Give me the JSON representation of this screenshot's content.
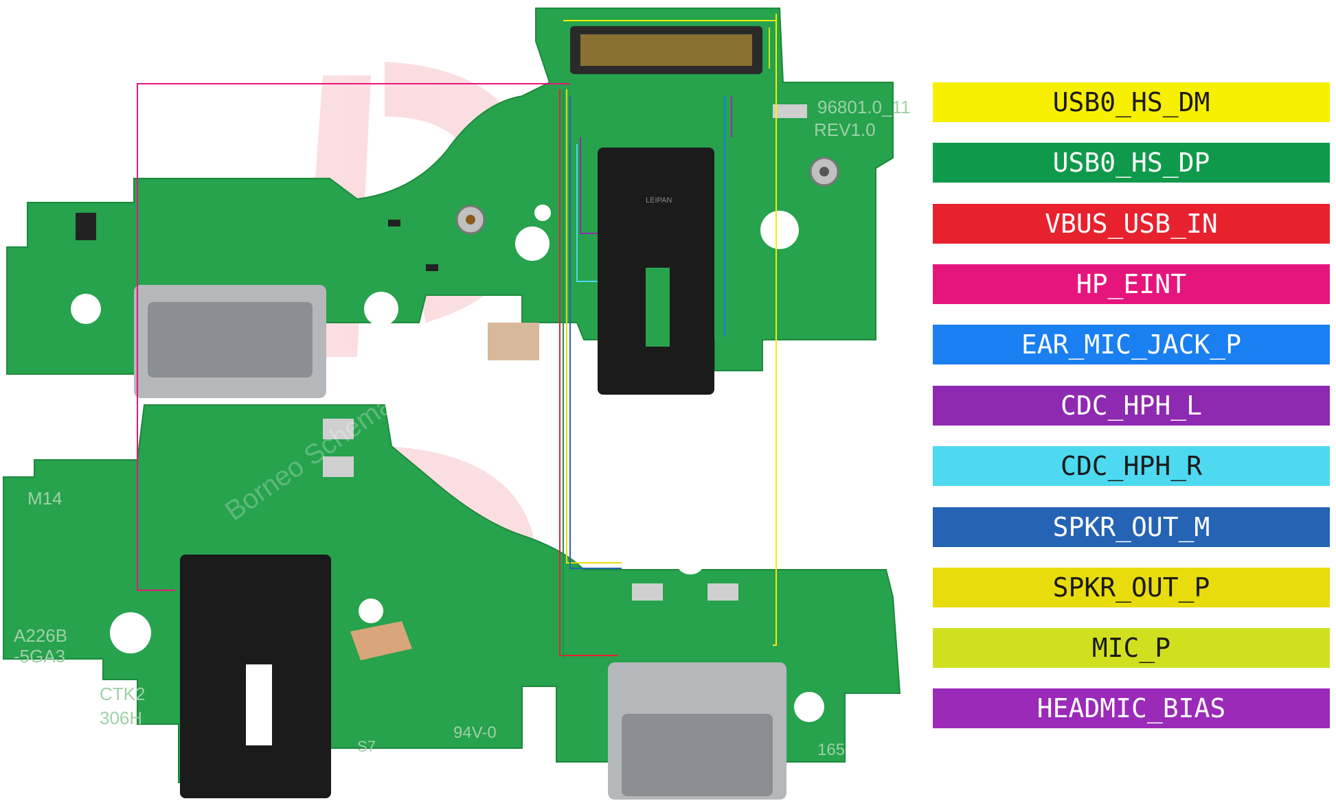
{
  "board": {
    "top_labels": {
      "part_no": "96801.0_11",
      "rev": "REV1.0"
    },
    "bottom_labels": {
      "model": "M14",
      "part": "A226B",
      "variant": "-5GA3",
      "code_a": "CTK2",
      "code_b": "306H",
      "mark_a": "94V-0",
      "mark_b": "S7",
      "mark_c": "165"
    },
    "connector_label": "LEIPAN",
    "watermark": "Borneo Schematics"
  },
  "legend": [
    {
      "label": "USB0_HS_DM",
      "color": "#f7ef00",
      "text_color": "#1a1a1a"
    },
    {
      "label": "USB0_HS_DP",
      "color": "#0e9a4a",
      "text_color": "#ffffff"
    },
    {
      "label": "VBUS_USB_IN",
      "color": "#e8212e",
      "text_color": "#ffffff"
    },
    {
      "label": "HP_EINT",
      "color": "#e6157c",
      "text_color": "#ffffff"
    },
    {
      "label": "EAR_MIC_JACK_P",
      "color": "#1a7ff0",
      "text_color": "#ffffff"
    },
    {
      "label": "CDC_HPH_L",
      "color": "#8e29b1",
      "text_color": "#ffffff"
    },
    {
      "label": "CDC_HPH_R",
      "color": "#4dd9ef",
      "text_color": "#1a1a1a"
    },
    {
      "label": "SPKR_OUT_M",
      "color": "#2563b4",
      "text_color": "#ffffff"
    },
    {
      "label": "SPKR_OUT_P",
      "color": "#e8dc0c",
      "text_color": "#1a1a1a"
    },
    {
      "label": "MIC_P",
      "color": "#d1e01e",
      "text_color": "#1a1a1a"
    },
    {
      "label": "HEADMIC_BIAS",
      "color": "#9b2ab8",
      "text_color": "#ffffff"
    }
  ]
}
